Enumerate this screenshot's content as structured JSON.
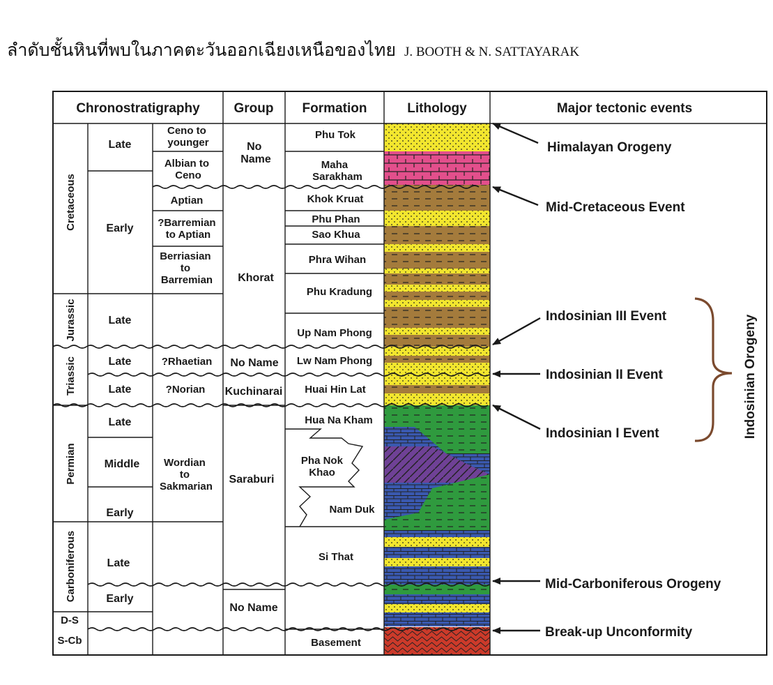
{
  "title": {
    "thai": "ลำดับชั้นหินที่พบในภาคตะวันออกเฉียงเหนือของไทย",
    "authors": "J. BOOTH & N. SATTAYARAK"
  },
  "headers": {
    "chrono": "Chronostratigraphy",
    "group": "Group",
    "formation": "Formation",
    "lithology": "Lithology",
    "events": "Major tectonic events"
  },
  "periods": [
    "Cretaceous",
    "Jurassic",
    "Triassic",
    "Permian",
    "Carboniferous",
    "D-S",
    "S-Cb"
  ],
  "epochs": [
    "Late",
    "Early",
    "Late",
    "Late",
    "Late",
    "Late",
    "Middle",
    "Early",
    "Late",
    "Early"
  ],
  "stages": [
    [
      "Ceno to",
      "younger"
    ],
    [
      "Albian to",
      "Ceno"
    ],
    [
      "Aptian"
    ],
    [
      "?Barremian",
      "to Aptian"
    ],
    [
      "Berriasian",
      "to",
      "Barremian"
    ],
    [
      "?Rhaetian"
    ],
    [
      "?Norian"
    ],
    [
      "Wordian",
      "to",
      "Sakmarian"
    ]
  ],
  "groups": [
    [
      "No",
      "Name"
    ],
    [
      "Khorat"
    ],
    [
      "No Name"
    ],
    [
      "Kuchinarai"
    ],
    [
      "Saraburi"
    ],
    [
      "No Name"
    ]
  ],
  "formations": [
    [
      "Phu Tok"
    ],
    [
      "Maha",
      "Sarakham"
    ],
    [
      "Khok Kruat"
    ],
    [
      "Phu Phan"
    ],
    [
      "Sao Khua"
    ],
    [
      "Phra Wihan"
    ],
    [
      "Phu Kradung"
    ],
    [
      "Up Nam Phong"
    ],
    [
      "Lw Nam Phong"
    ],
    [
      "Huai Hin Lat"
    ],
    [
      "Hua Na Kham"
    ],
    [
      "Pha Nok",
      "Khao"
    ],
    [
      "Nam Duk"
    ],
    [
      "Si That"
    ],
    [
      "Basement"
    ]
  ],
  "events": [
    "Himalayan Orogeny",
    "Mid-Cretaceous Event",
    "Indosinian III Event",
    "Indosinian II Event",
    "Indosinian I Event",
    "Mid-Carboniferous Orogeny",
    "Break-up Unconformity"
  ],
  "orogeny": "Indosinian Orogeny",
  "colors": {
    "sandstone": "#f2e62e",
    "evaporite": "#e34f8c",
    "mudstone": "#a47b3c",
    "limestone": "#3a59b0",
    "green": "#2f9a3e",
    "purple": "#6f4196",
    "basement": "#cc3a2a",
    "brace": "#7b4a2e",
    "ink": "#1a1a1a"
  }
}
